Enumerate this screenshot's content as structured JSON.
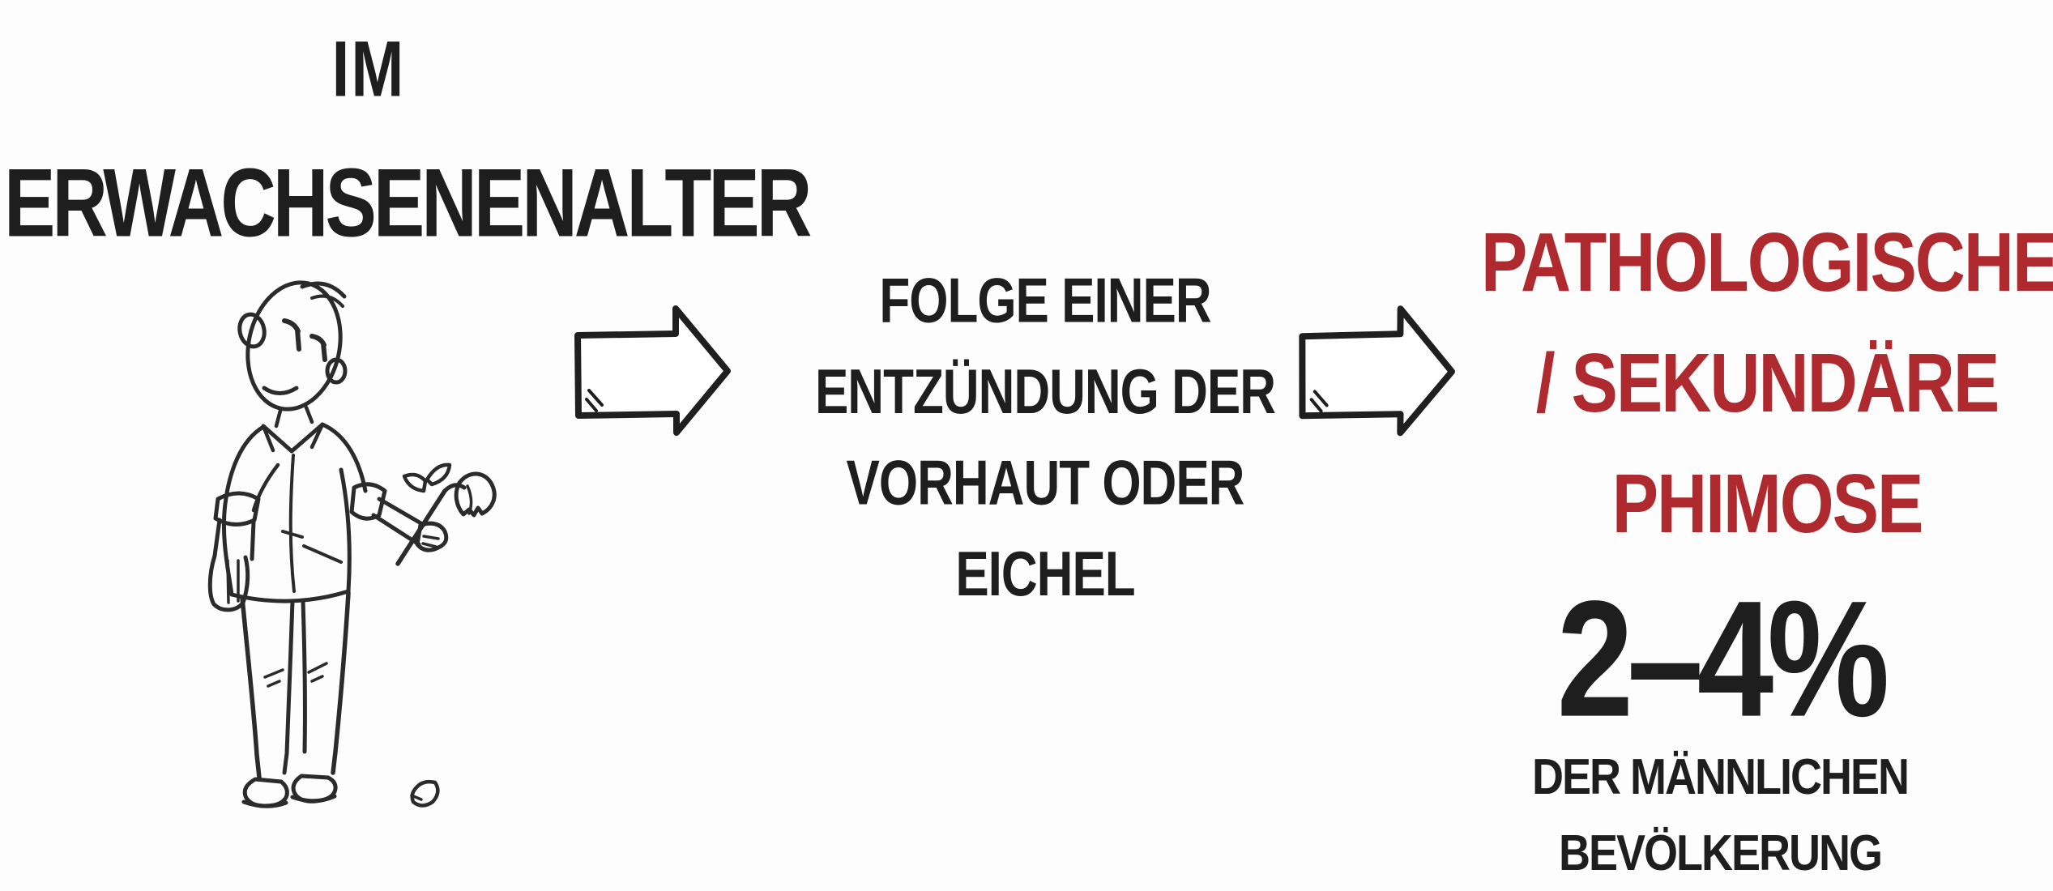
{
  "frame": {
    "background": "#fdfdfd",
    "ink_color": "#1e1e1e",
    "accent_color": "#ae2a2e"
  },
  "header": {
    "lines": [
      "IM",
      "ERWACHSENENALTER"
    ]
  },
  "illustration": {
    "label": "sad man holding wilted flower",
    "icon": "sad-man-wilted-flower-illustration"
  },
  "arrows": {
    "icon": "block-arrow-right-icon"
  },
  "cause": {
    "lines": [
      "FOLGE EINER",
      "ENTZÜNDUNG DER",
      "VORHAUT ODER",
      "EICHEL"
    ]
  },
  "diagnosis": {
    "title_lines": [
      "PATHOLOGISCHE",
      "/ SEKUNDÄRE",
      "PHIMOSE"
    ],
    "statistic": "2–4%",
    "caption_lines": [
      "DER MÄNNLICHEN",
      "BEVÖLKERUNG"
    ]
  }
}
